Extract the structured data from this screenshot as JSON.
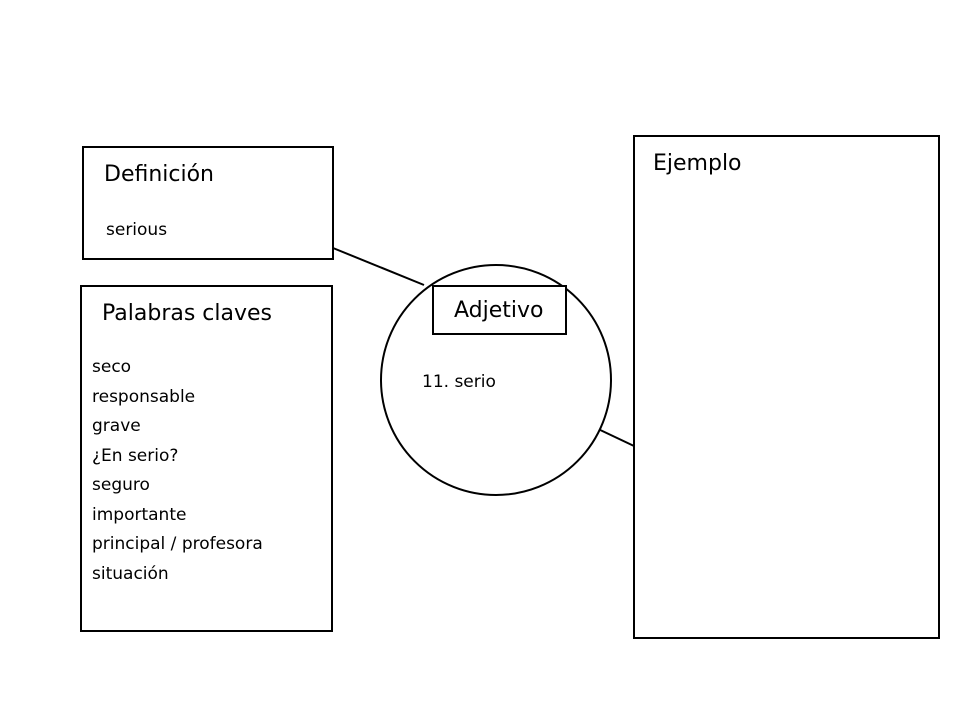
{
  "definition": {
    "title": "Definición",
    "text": "serious"
  },
  "keywords": {
    "title": "Palabras claves",
    "items": [
      "seco",
      "responsable",
      "grave",
      "¿En serio?",
      "seguro",
      "importante",
      "principal / profesora",
      "situación"
    ]
  },
  "center": {
    "label": "Adjetivo",
    "word": "11. serio"
  },
  "example": {
    "title": "Ejemplo"
  }
}
